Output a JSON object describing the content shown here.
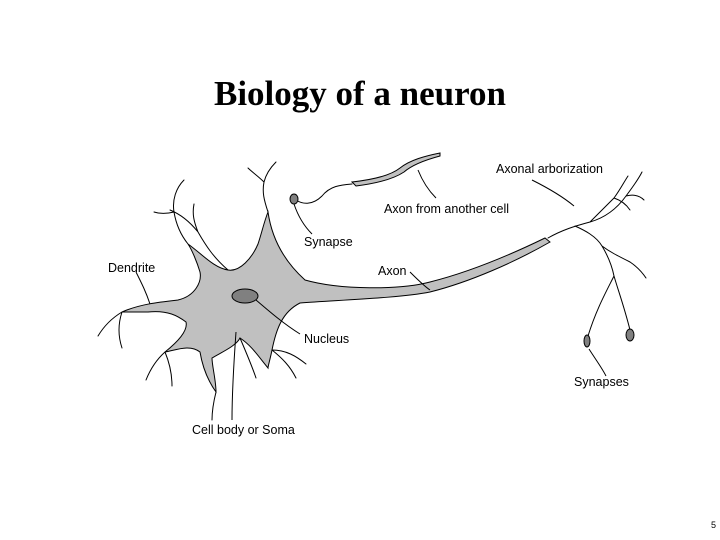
{
  "slide": {
    "title": "Biology of a neuron",
    "page_number": "5"
  },
  "labels": {
    "axonal_arborization": "Axonal arborization",
    "axon_from_another_cell": "Axon from another cell",
    "synapse": "Synapse",
    "dendrite": "Dendrite",
    "axon": "Axon",
    "nucleus": "Nucleus",
    "synapses": "Synapses",
    "cell_body": "Cell body or Soma"
  },
  "colors": {
    "cell_fill": "#c0c0c0",
    "nucleus_fill": "#808080",
    "line": "#000000",
    "background": "#ffffff"
  }
}
